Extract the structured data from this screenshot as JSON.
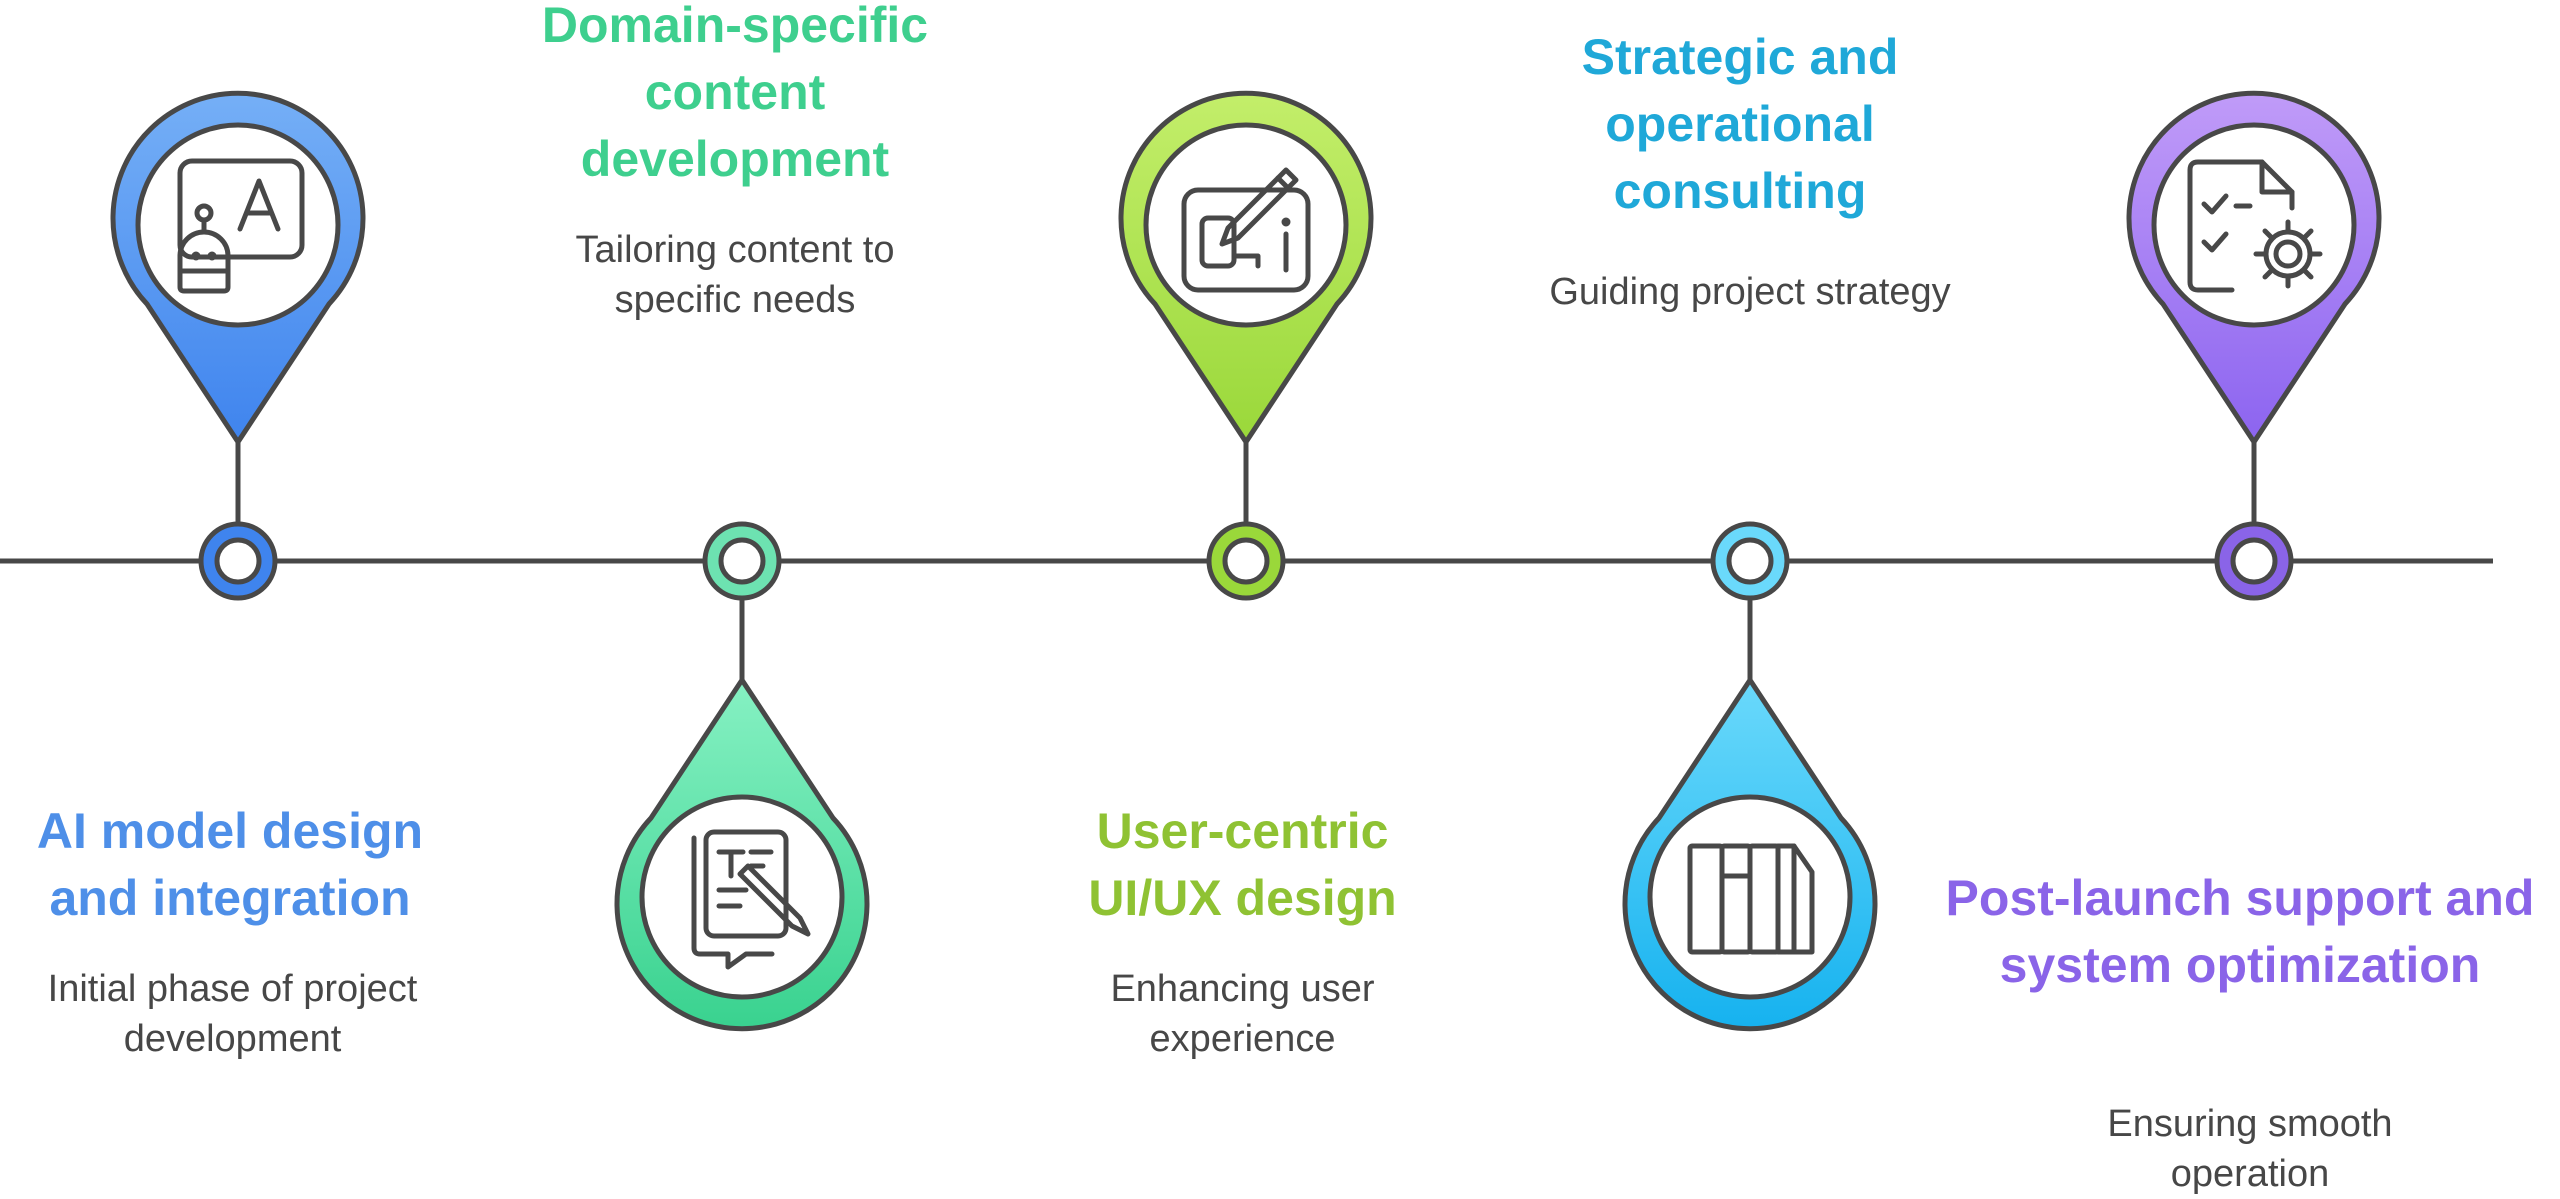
{
  "steps": [
    {
      "title_lines": [
        "AI model design",
        "and integration"
      ],
      "desc_lines": [
        "Initial phase of project",
        "development"
      ],
      "color": "#4e8fe8",
      "icon": "robot-whiteboard-icon"
    },
    {
      "title_lines": [
        "Domain-specific",
        "content",
        "development"
      ],
      "desc_lines": [
        "Tailoring content to",
        "specific needs"
      ],
      "color": "#3ecf8e",
      "icon": "document-pencil-icon"
    },
    {
      "title_lines": [
        "User-centric",
        "UI/UX design"
      ],
      "desc_lines": [
        "Enhancing user",
        "experience"
      ],
      "color": "#8fc233",
      "icon": "design-tablet-pen-icon"
    },
    {
      "title_lines": [
        "Strategic and",
        "operational",
        "consulting"
      ],
      "desc_lines": [
        "Guiding project strategy"
      ],
      "color": "#1fa8d8",
      "icon": "library-books-icon"
    },
    {
      "title_lines": [
        "Post-launch support and",
        "system optimization"
      ],
      "desc_lines": [
        "Ensuring smooth",
        "operation"
      ],
      "color": "#8a64e8",
      "icon": "checklist-gear-icon"
    }
  ]
}
